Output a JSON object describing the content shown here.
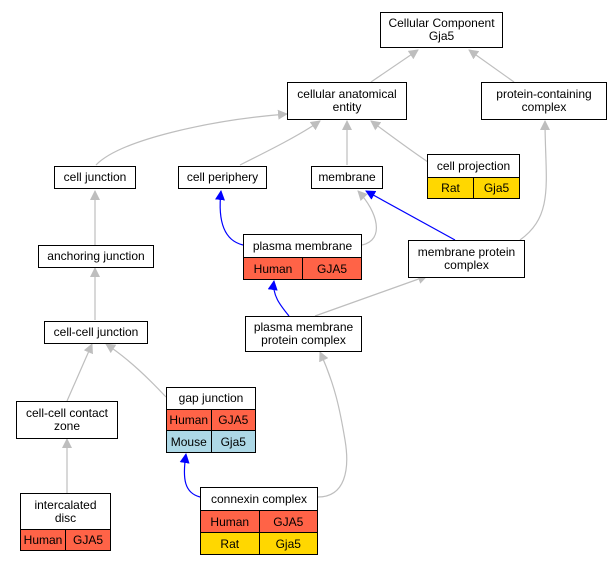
{
  "colors": {
    "human": "#ff6347",
    "mouse": "#add8e6",
    "rat": "#ffd700",
    "edge_gray": "#bebebe",
    "edge_blue": "#0000ff"
  },
  "nodes": {
    "cellular_component": {
      "label": "Cellular Component\nGja5"
    },
    "cellular_anatomical_entity": {
      "label": "cellular anatomical\nentity"
    },
    "protein_containing_complex": {
      "label": "protein-containing\ncomplex"
    },
    "cell_junction": {
      "label": "cell junction"
    },
    "cell_periphery": {
      "label": "cell periphery"
    },
    "membrane": {
      "label": "membrane"
    },
    "cell_projection": {
      "label": "cell projection"
    },
    "anchoring_junction": {
      "label": "anchoring junction"
    },
    "plasma_membrane": {
      "label": "plasma membrane"
    },
    "membrane_protein_complex": {
      "label": "membrane protein\ncomplex"
    },
    "cell_cell_junction": {
      "label": "cell-cell junction"
    },
    "plasma_membrane_protein_complex": {
      "label": "plasma membrane\nprotein complex"
    },
    "gap_junction": {
      "label": "gap junction"
    },
    "cell_cell_contact_zone": {
      "label": "cell-cell contact\nzone"
    },
    "connexin_complex": {
      "label": "connexin complex"
    },
    "intercalated_disc": {
      "label": "intercalated\ndisc"
    }
  },
  "annotations": {
    "cell_projection": [
      {
        "species": "Rat",
        "gene": "Gja5",
        "color": "#ffd700"
      }
    ],
    "plasma_membrane": [
      {
        "species": "Human",
        "gene": "GJA5",
        "color": "#ff6347"
      }
    ],
    "gap_junction": [
      {
        "species": "Human",
        "gene": "GJA5",
        "color": "#ff6347"
      },
      {
        "species": "Mouse",
        "gene": "Gja5",
        "color": "#add8e6"
      }
    ],
    "connexin_complex": [
      {
        "species": "Human",
        "gene": "GJA5",
        "color": "#ff6347"
      },
      {
        "species": "Rat",
        "gene": "Gja5",
        "color": "#ffd700"
      }
    ],
    "intercalated_disc": [
      {
        "species": "Human",
        "gene": "GJA5",
        "color": "#ff6347"
      }
    ]
  }
}
